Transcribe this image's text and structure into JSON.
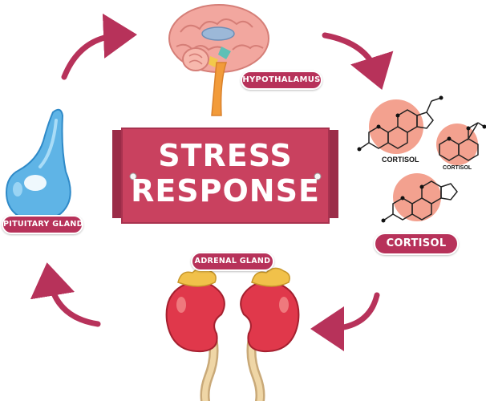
{
  "title": {
    "line1": "STRESS",
    "line2": "RESPONSE"
  },
  "labels": {
    "hypothalamus": "HYPOTHALAMUS",
    "pituitary": "PITUITARY GLAND",
    "adrenal": "ADRENAL GLAND",
    "cortisol_main": "CORTISOL",
    "cortisol_molecule_1": "CORTISOL",
    "cortisol_molecule_2": "CORTISOL"
  },
  "colors": {
    "banner": "#c9415f",
    "arrow": "#b7325a",
    "brain": "#f2a79f",
    "pituitary": "#5fb4e6",
    "kidney": "#e0384b",
    "adrenal": "#f1c14a"
  }
}
